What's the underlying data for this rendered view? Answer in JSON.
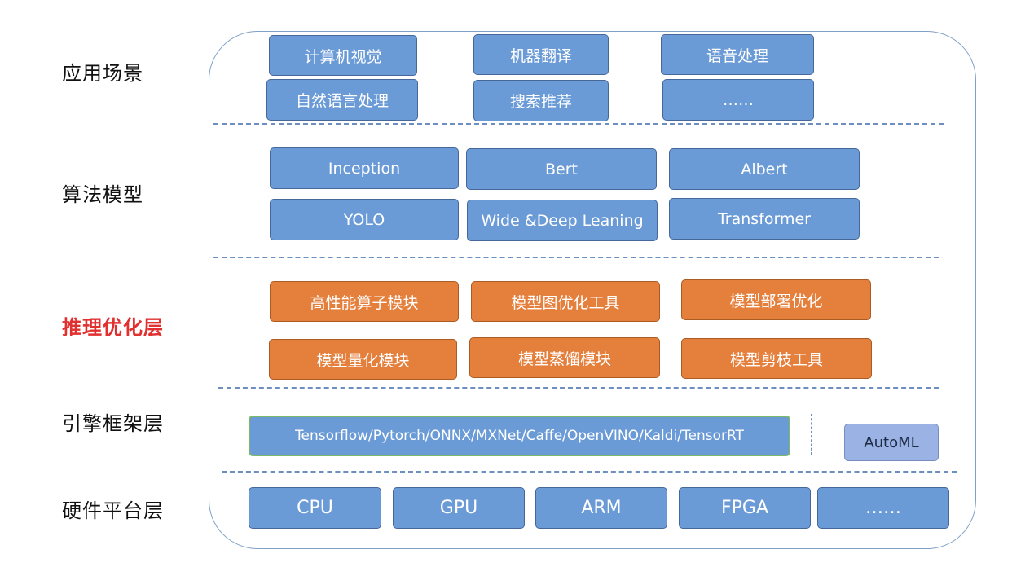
{
  "layers": {
    "application": {
      "label": "应用场景",
      "items": [
        "计算机视觉",
        "机器翻译",
        "语音处理",
        "自然语言处理",
        "搜索推荐",
        "……"
      ]
    },
    "algorithm": {
      "label": "算法模型",
      "items": [
        "Inception",
        "Bert",
        "Albert",
        "YOLO",
        "Wide &Deep Leaning",
        "Transformer"
      ]
    },
    "inference": {
      "label": "推理优化层",
      "items": [
        "高性能算子模块",
        "模型图优化工具",
        "模型部署优化",
        "模型量化模块",
        "模型蒸馏模块",
        "模型剪枝工具"
      ]
    },
    "engine": {
      "label": "引擎框架层",
      "frameworks": "Tensorflow/Pytorch/ONNX/MXNet/Caffe/OpenVINO/Kaldi/TensorRT",
      "automl": "AutoML"
    },
    "hardware": {
      "label": "硬件平台层",
      "items": [
        "CPU",
        "GPU",
        "ARM",
        "FPGA",
        "……"
      ]
    }
  },
  "colors": {
    "blue_box": "#6b9bd6",
    "orange_box": "#e57f3c",
    "automl_box": "#9bb3e4",
    "highlight_label": "#e03030",
    "divider": "#6c8fbf"
  }
}
